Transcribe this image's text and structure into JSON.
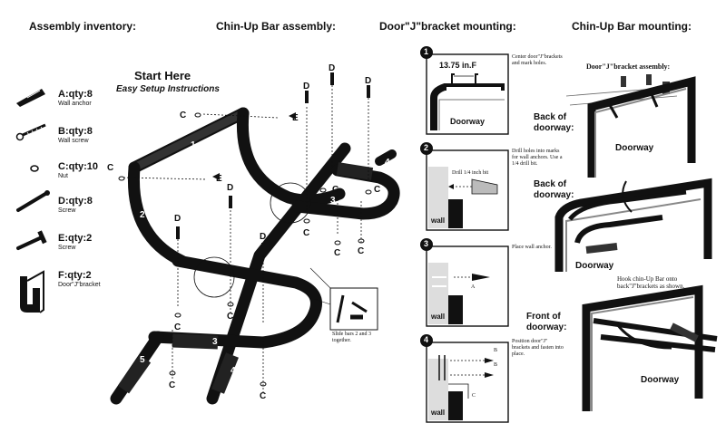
{
  "headers": {
    "inventory": "Assembly inventory:",
    "chinup_assembly": "Chin-Up Bar assembly:",
    "door_mounting": "Door\"J\"bracket mounting:",
    "chinup_mounting": "Chin-Up Bar mounting:"
  },
  "start_here": "Start Here",
  "easy_setup": "Easy Setup Instructions",
  "inventory": [
    {
      "label": "A:qty:8",
      "desc": "Wall anchor"
    },
    {
      "label": "B:qty:8",
      "desc": "Wall screw"
    },
    {
      "label": "C:qty:10",
      "desc": "Nut"
    },
    {
      "label": "D:qty:8",
      "desc": "Screw"
    },
    {
      "label": "E:qty:2",
      "desc": "Screw"
    },
    {
      "label": "F:qty:2",
      "desc": "Door\"J\"bracket"
    }
  ],
  "part_letters": {
    "c": "C",
    "d": "D",
    "e": "E",
    "a": "A",
    "b": "B"
  },
  "bar_numbers": {
    "n1": "1",
    "n2": "2",
    "n3": "3",
    "n4": "4",
    "n5": "5"
  },
  "slide_note": "Slide bars 2 and 3 together.",
  "steps": [
    {
      "num": "1",
      "measure": "13.75 in.F",
      "note": "Center door\"J\"brackets and mark holes.",
      "door": "Doorway"
    },
    {
      "num": "2",
      "drill": "Drill 1/4 inch bit",
      "note": "Drill holes into marks for wall anchors. Use a 1/4 drill bit.",
      "wall": "wall"
    },
    {
      "num": "3",
      "note": "Place wall anchor.",
      "wall": "wall"
    },
    {
      "num": "4",
      "note": "Position door\"J\" brackets and fasten into place.",
      "wall": "wall"
    }
  ],
  "mounting": {
    "bracket_assembly": "Door\"J\"bracket assembly:",
    "back1": "Back of doorway:",
    "doorway1": "Doorway",
    "back2": "Back of doorway:",
    "doorway2": "Doorway",
    "hook_note": "Hook chin-Up Bar onto back\"J\"brackets as shown.",
    "front": "Front of doorway:",
    "doorway3": "Doorway"
  }
}
